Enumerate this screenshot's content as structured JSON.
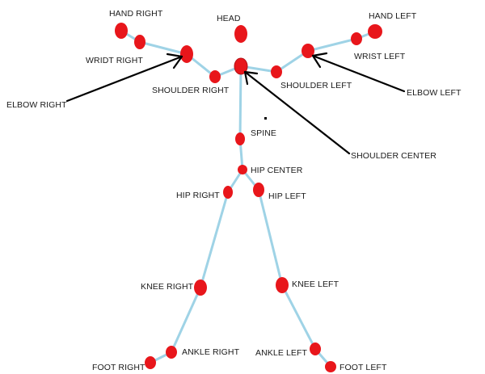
{
  "labels": {
    "hand_right": "HAND RIGHT",
    "head": "HEAD",
    "hand_left": "HAND LEFT",
    "wrist_right": "WRIDT RIGHT",
    "wrist_left": "WRIST LEFT",
    "elbow_right": "ELBOW RIGHT",
    "shoulder_right": "SHOULDER RIGHT",
    "shoulder_left": "SHOULDER LEFT",
    "elbow_left": "ELBOW LEFT",
    "spine": "SPINE",
    "shoulder_center": "SHOULDER CENTER",
    "hip_center": "HIP CENTER",
    "hip_right": "HIP RIGHT",
    "hip_left": "HIP LEFT",
    "knee_right": "KNEE RIGHT",
    "knee_left": "KNEE LEFT",
    "ankle_right": "ANKLE RIGHT",
    "ankle_left": "ANKLE LEFT",
    "foot_right": "FOOT RIGHT",
    "foot_left": "FOOT LEFT"
  },
  "colors": {
    "joint": "#e8161b",
    "bone": "#9fd3e6",
    "arrow": "#000000",
    "text": "#1a1a1a"
  }
}
